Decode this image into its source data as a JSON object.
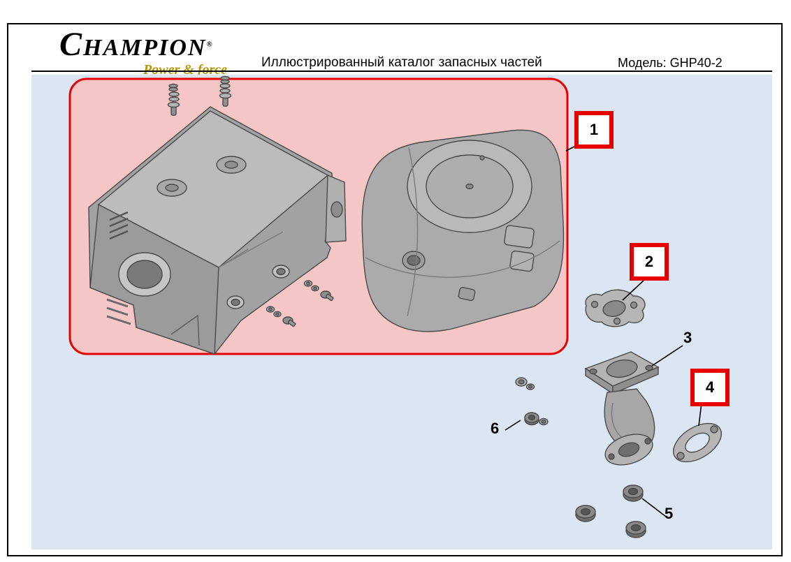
{
  "header": {
    "logo": {
      "brand": "CHAMPION",
      "registered": "®",
      "tagline": "Power & force"
    },
    "title": "Иллюстрированный каталог запасных частей",
    "model": "Модель: GHP40-2"
  },
  "diagram": {
    "callouts": {
      "c1": "1",
      "c2": "2",
      "c3": "3",
      "c4": "4",
      "c5": "5",
      "c6": "6"
    },
    "colors": {
      "panel_background": "#dbe6f2",
      "highlight_fill": "#f5c6c6",
      "highlight_border": "#e60000",
      "callout_box_border": "#e60000",
      "logo_tagline_gold": "#b5950a",
      "part_gray": "#a8a8a8"
    }
  }
}
